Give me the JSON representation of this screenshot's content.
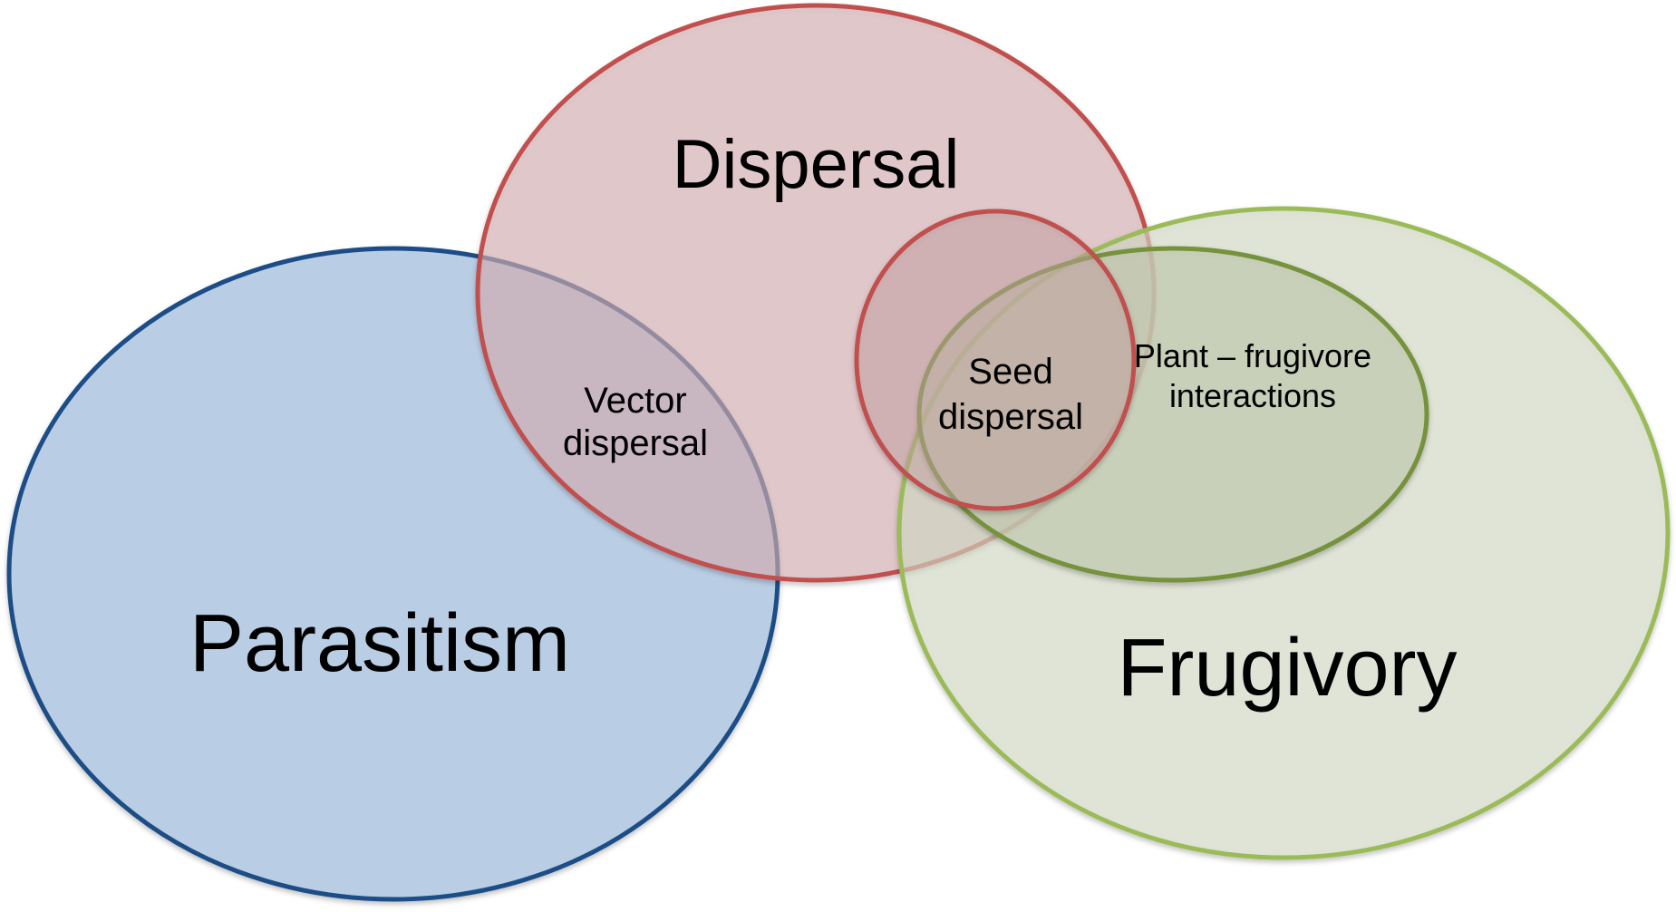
{
  "diagram": {
    "type": "venn",
    "sets": [
      {
        "id": "parasitism",
        "label": "Parasitism",
        "fill": "#b9cde4",
        "stroke": "#1f4e86"
      },
      {
        "id": "dispersal",
        "label": "Dispersal",
        "fill": "#d8b3b5",
        "stroke": "#c0504d"
      },
      {
        "id": "frugivory",
        "label": "Frugivory",
        "fill": "#d7dfca",
        "stroke": "#9bbb59"
      },
      {
        "id": "plant-frugivore",
        "label_lines": [
          "Plant – frugivore",
          "interactions"
        ],
        "fill": "#c4cdb0",
        "stroke": "#76923c"
      },
      {
        "id": "seed-dispersal",
        "label_lines": [
          "Seed",
          "dispersal"
        ],
        "fill": "#c9a7a6",
        "stroke": "#c0504d"
      }
    ],
    "intersections": [
      {
        "id": "vector-dispersal",
        "between": [
          "Parasitism",
          "Dispersal"
        ],
        "label_lines": [
          "Vector",
          "dispersal"
        ]
      }
    ]
  }
}
